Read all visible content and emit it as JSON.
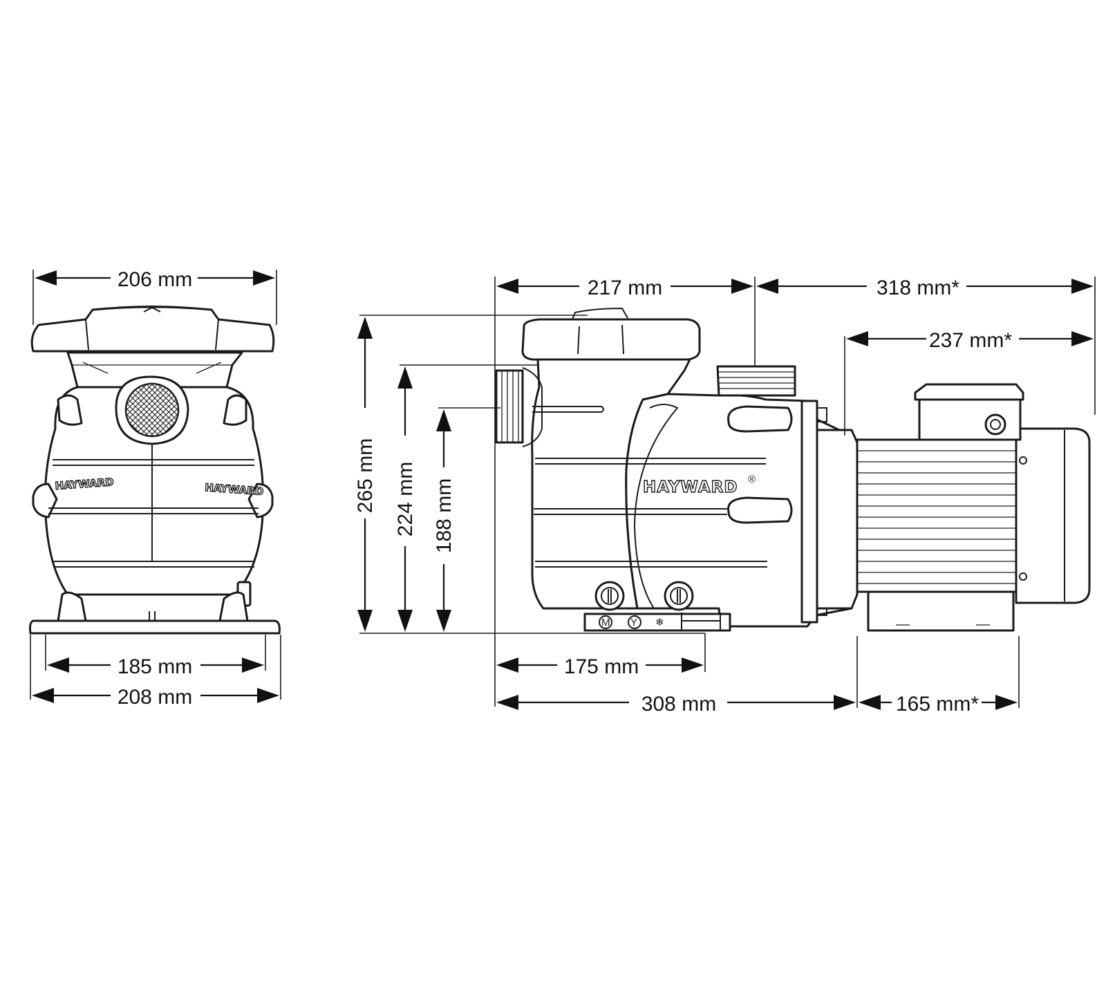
{
  "brand": "HAYWARD",
  "registered_mark": "®",
  "valve_marks": [
    "M",
    "Y",
    "❄"
  ],
  "front_view": {
    "dimensions": {
      "lid_width": "206 mm",
      "base_inner_width": "185 mm",
      "base_width": "208 mm"
    }
  },
  "side_view": {
    "dimensions": {
      "housing_length": "217 mm",
      "motor_length_total": "318 mm*",
      "motor_body_length": "237 mm*",
      "total_height": "265 mm",
      "inlet_height": "224 mm",
      "outlet_height": "188 mm",
      "foot_length": "175 mm",
      "pump_length": "308 mm",
      "motor_foot_length": "165 mm*"
    }
  },
  "colors": {
    "line": "#1a1a1a",
    "background": "#ffffff"
  }
}
